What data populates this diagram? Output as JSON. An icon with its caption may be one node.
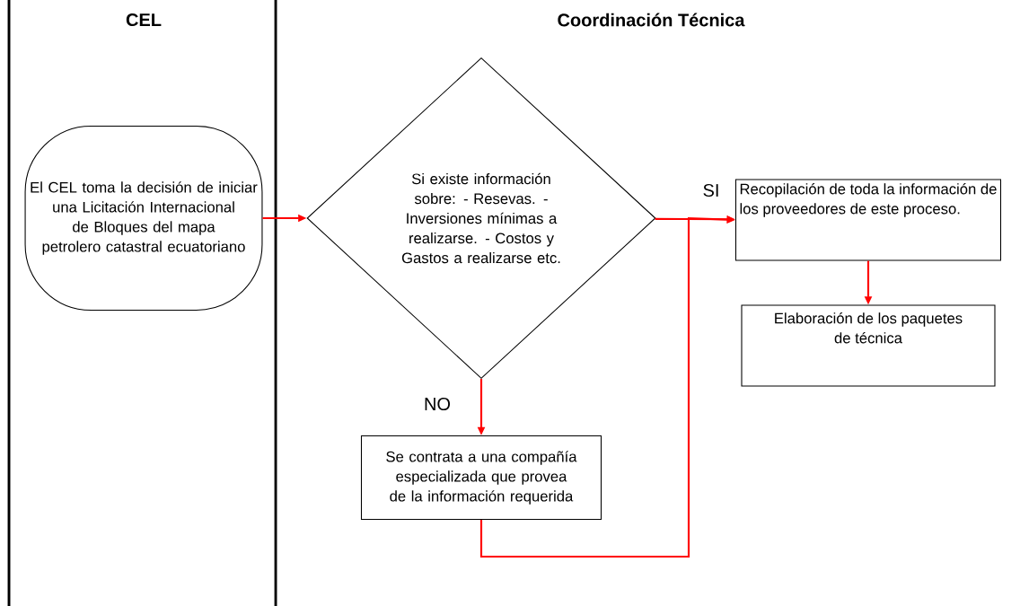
{
  "diagram": {
    "nodes": [
      {
        "text": [
          "El CEL toma la decisión de iniciar una Licitación Internacional de Bloques del mapa petrolero catastral ecuatoriano"
        ]
      },
      {
        "text": [
          "Si existe información sobre: - Resevas. - Inversiones mínimas a realizarse. - Costos y Gastos a realizarse etc."
        ]
      },
      {
        "text": [
          "Recopilación de toda la información de los proveedores de este proceso."
        ]
      },
      {
        "text": [
          "Elaboración de  los  paquetes de técnica"
        ]
      },
      {
        "text": [
          "Se contrata a una compañía especializada que provea de la información requerida"
        ]
      }
    ],
    "edges": [
      {
        "from": 0,
        "to": 1,
        "arrow": "to"
      },
      {
        "from": 1,
        "to": 2,
        "arrow": "to",
        "label": "SI"
      },
      {
        "from": 2,
        "to": 3,
        "arrow": "to"
      },
      {
        "from": 1,
        "to": 4,
        "arrow": "to",
        "label": "NO"
      },
      {
        "from": 4,
        "to": 2,
        "arrow": "to"
      }
    ],
    "labels": [
      "CEL",
      "Coordinación Técnica"
    ]
  }
}
